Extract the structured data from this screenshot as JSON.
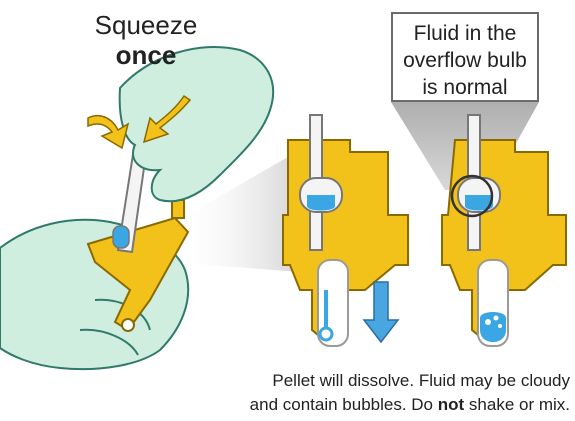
{
  "instruction": {
    "line1": "Squeeze",
    "line2": "once"
  },
  "callout": {
    "line1": "Fluid in the",
    "line2": "overflow bulb",
    "line3": "is normal"
  },
  "caption": {
    "line1": "Pellet will dissolve. Fluid may be cloudy",
    "line2_prefix": "and contain bubbles. Do ",
    "line2_bold": "not",
    "line2_suffix": " shake or mix."
  },
  "colors": {
    "glove": "#cfeee0",
    "glove_outline": "#2f7a6a",
    "cap": "#f2c21b",
    "arrow": "#f2c21b",
    "fluid": "#3aa6e4",
    "blue_arrow": "#4aa6e0"
  }
}
